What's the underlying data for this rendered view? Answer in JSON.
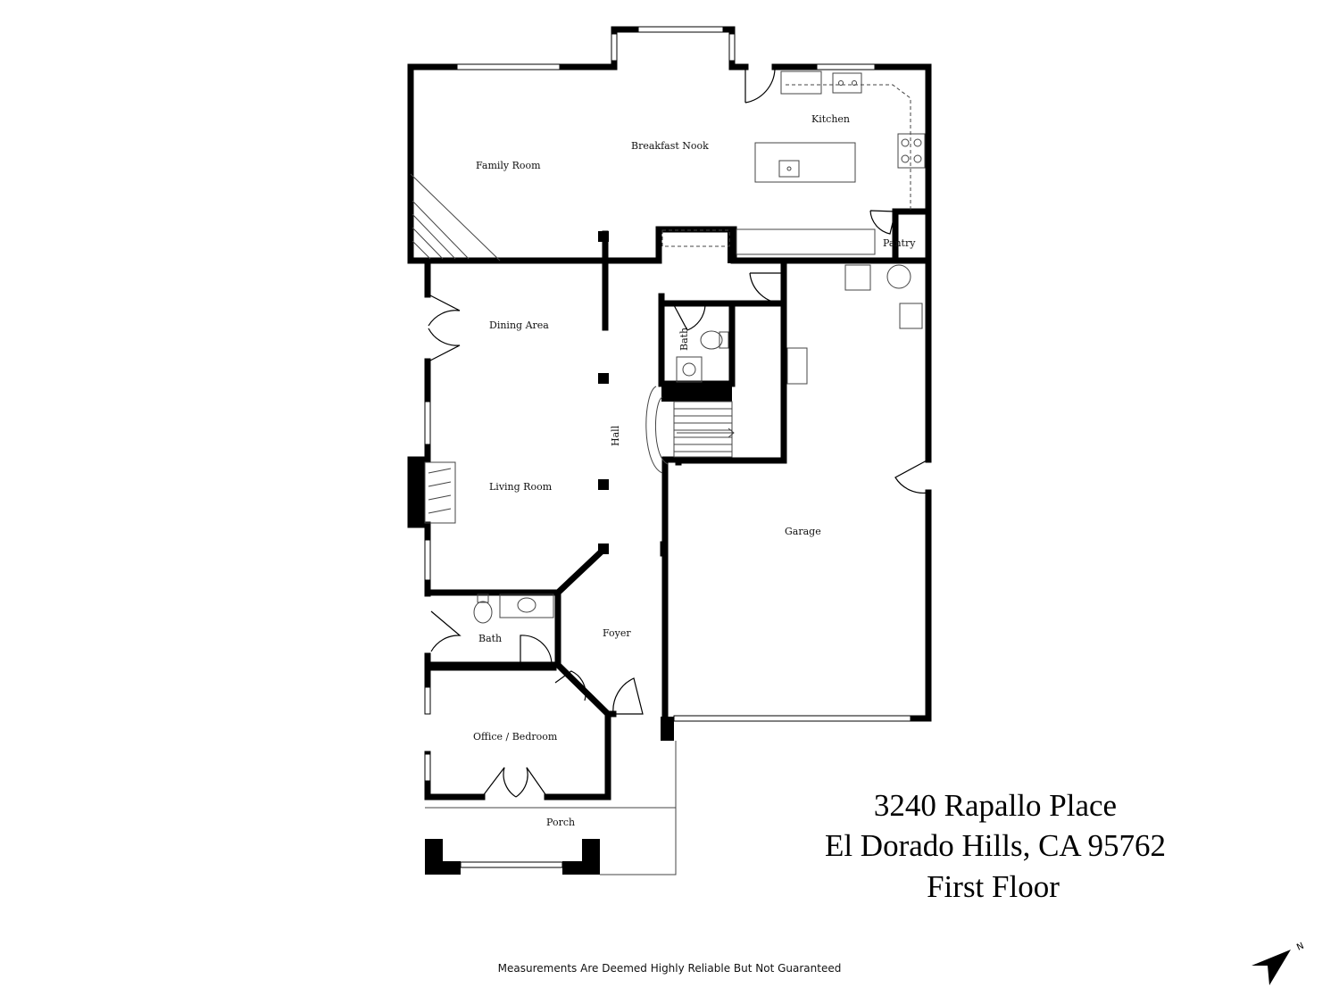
{
  "rooms": {
    "family_room": "Family Room",
    "breakfast_nook": "Breakfast Nook",
    "kitchen": "Kitchen",
    "pantry": "Pantry",
    "dining_area": "Dining Area",
    "bath_upper": "Bath",
    "hall": "Hall",
    "living_room": "Living Room",
    "garage": "Garage",
    "bath_lower": "Bath",
    "foyer": "Foyer",
    "office_bedroom": "Office / Bedroom",
    "porch": "Porch"
  },
  "address": {
    "street": "3240 Rapallo Place",
    "city_line": "El Dorado Hills, CA  95762",
    "floor": "First Floor"
  },
  "disclaimer": "Measurements Are Deemed Highly Reliable But Not Guaranteed",
  "compass": {
    "label": "N",
    "icon": "north-arrow-icon"
  }
}
